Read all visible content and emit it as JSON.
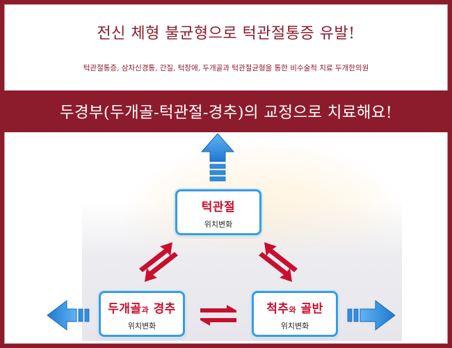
{
  "headline": "전신 체형 불균형으로 턱관절통증 유발!",
  "subline": "턱관절통증, 삼차신경통, 간질, 턱장애, 두개골과 턱관절균형을 통한 비수술적 치료 두개한의원",
  "banner": "두경부(두개골-턱관절-경추)의 교정으로 치료해요!",
  "diagram": {
    "top_node": {
      "title": "턱관절",
      "sub": "위치변화"
    },
    "left_node": {
      "title_a": "두개골",
      "title_joiner": "과",
      "title_b": "경추",
      "sub": "위치변화"
    },
    "right_node": {
      "title_a": "척추",
      "title_joiner": "와",
      "title_b": "골반",
      "sub": "위치변화"
    }
  },
  "colors": {
    "brand": "#8c1c2c",
    "node_title": "#c8102e",
    "node_border": "#3a9be0",
    "arrow_red": "#c8102e",
    "arrow_blue": "#2f8fe0"
  },
  "icons": [
    "arrow-up-icon",
    "arrow-left-icon",
    "arrow-right-icon",
    "double-arrow-icon"
  ]
}
